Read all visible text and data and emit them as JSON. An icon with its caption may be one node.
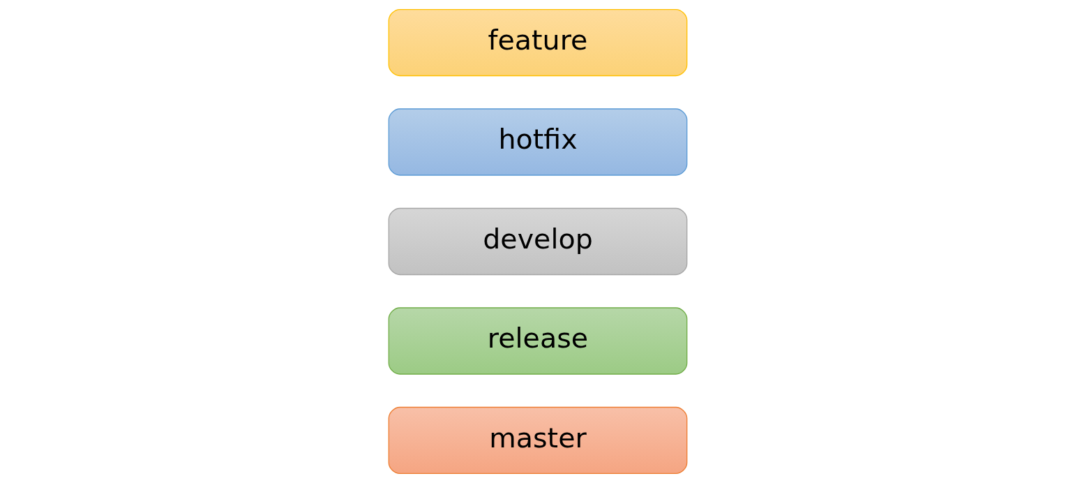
{
  "diagram": {
    "nodes": [
      {
        "text": [
          "master"
        ]
      },
      {
        "text": [
          "release"
        ]
      },
      {
        "text": [
          "develop"
        ]
      },
      {
        "text": [
          "hotfix"
        ]
      },
      {
        "text": [
          "feature"
        ]
      }
    ]
  }
}
